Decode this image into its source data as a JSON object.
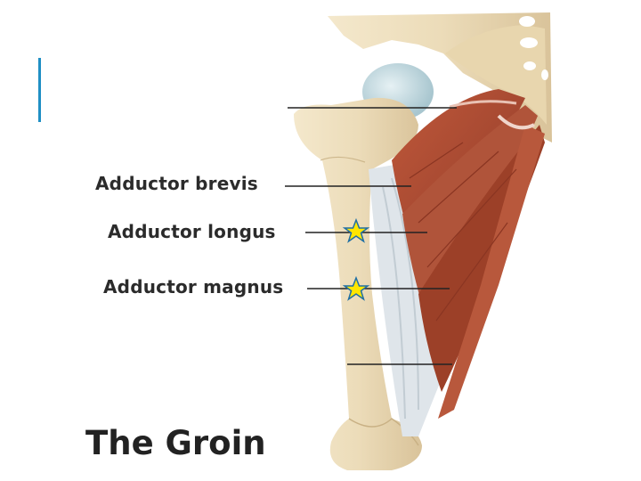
{
  "labels": {
    "brevis": "Adductor brevis",
    "longus": "Adductor longus",
    "magnus": "Adductor magnus"
  },
  "caption": "The Groin",
  "colors": {
    "accent_bar": "#1f8fc4",
    "bone": "#ecdcb9",
    "muscle": "#a84a32",
    "tendon": "#dfe5ea",
    "star_fill": "#ffe600",
    "star_stroke": "#1f6fa4"
  },
  "markers": [
    "star-icon",
    "star-icon"
  ]
}
